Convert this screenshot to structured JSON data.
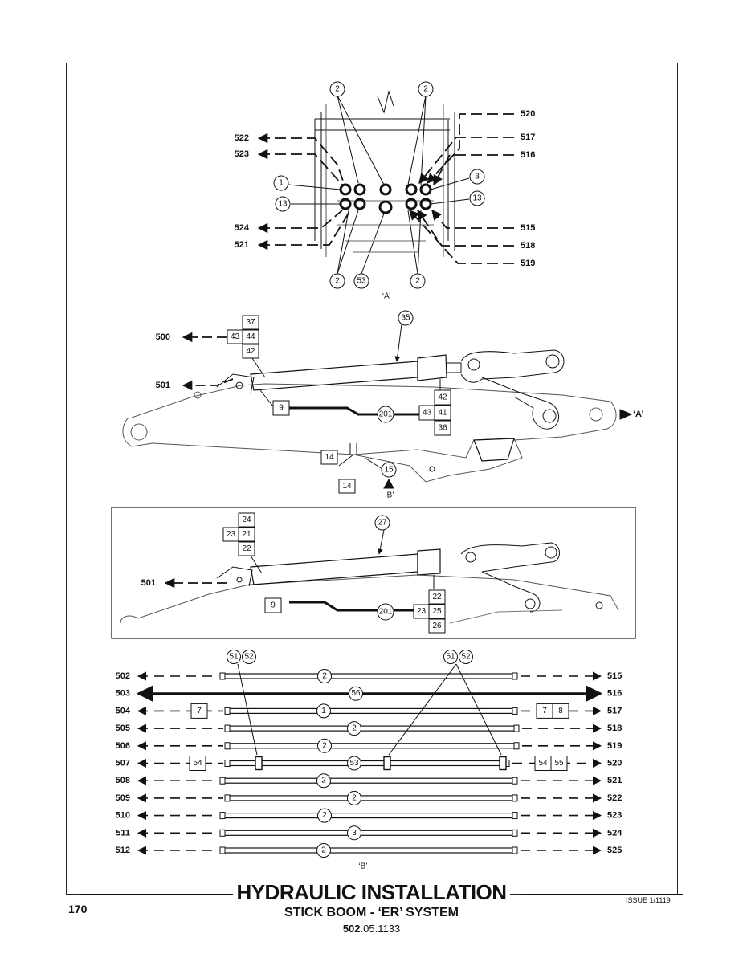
{
  "page": {
    "number": "170",
    "issue": "ISSUE 1/1119",
    "title": "HYDRAULIC INSTALLATION",
    "subtitle": "STICK BOOM - ‘ER’ SYSTEM",
    "code_bold": "502",
    "code_rest": ".05.1133"
  },
  "view_a": {
    "label": "‘A’",
    "left_ports": [
      "522",
      "523",
      "524",
      "521"
    ],
    "right_ports": [
      "520",
      "517",
      "516",
      "515",
      "518",
      "519"
    ],
    "callouts": [
      "2",
      "2",
      "1",
      "13",
      "3",
      "13",
      "2",
      "53",
      "2"
    ]
  },
  "boom_upper": {
    "ports": [
      "500",
      "501"
    ],
    "box_stack_top": [
      "37",
      "43",
      "44",
      "42"
    ],
    "callout_cyl": "35",
    "box_9": "9",
    "callout_201": "201",
    "box_stack_right": [
      "42",
      "43",
      "41",
      "36"
    ],
    "arrow_a": "‘A’",
    "box_14a": "14",
    "box_14b": "14",
    "callout_15": "15",
    "label_b": "‘B’"
  },
  "boom_lower": {
    "port": "501",
    "box_stack_top": [
      "24",
      "23",
      "21",
      "22"
    ],
    "callout_cyl": "27",
    "box_9": "9",
    "callout_201": "201",
    "box_stack_right": [
      "22",
      "23",
      "25",
      "26"
    ]
  },
  "view_b": {
    "label": "‘B’",
    "top_callouts_left": [
      "51",
      "52"
    ],
    "top_callouts_right": [
      "51",
      "52"
    ],
    "rows": [
      {
        "left": "502",
        "right": "515",
        "mid": "2"
      },
      {
        "left": "503",
        "right": "516",
        "mid": "56"
      },
      {
        "left": "504",
        "right": "517",
        "mid": "1",
        "box_left": "7",
        "box_right": [
          "7",
          "8"
        ]
      },
      {
        "left": "505",
        "right": "518",
        "mid": "2"
      },
      {
        "left": "506",
        "right": "519",
        "mid": "2"
      },
      {
        "left": "507",
        "right": "520",
        "mid": "53",
        "box_left": "54",
        "box_right": [
          "54",
          "55"
        ]
      },
      {
        "left": "508",
        "right": "521",
        "mid": "2"
      },
      {
        "left": "509",
        "right": "522",
        "mid": "2"
      },
      {
        "left": "510",
        "right": "523",
        "mid": "2"
      },
      {
        "left": "511",
        "right": "524",
        "mid": "3"
      },
      {
        "left": "512",
        "right": "525",
        "mid": "2"
      }
    ]
  }
}
